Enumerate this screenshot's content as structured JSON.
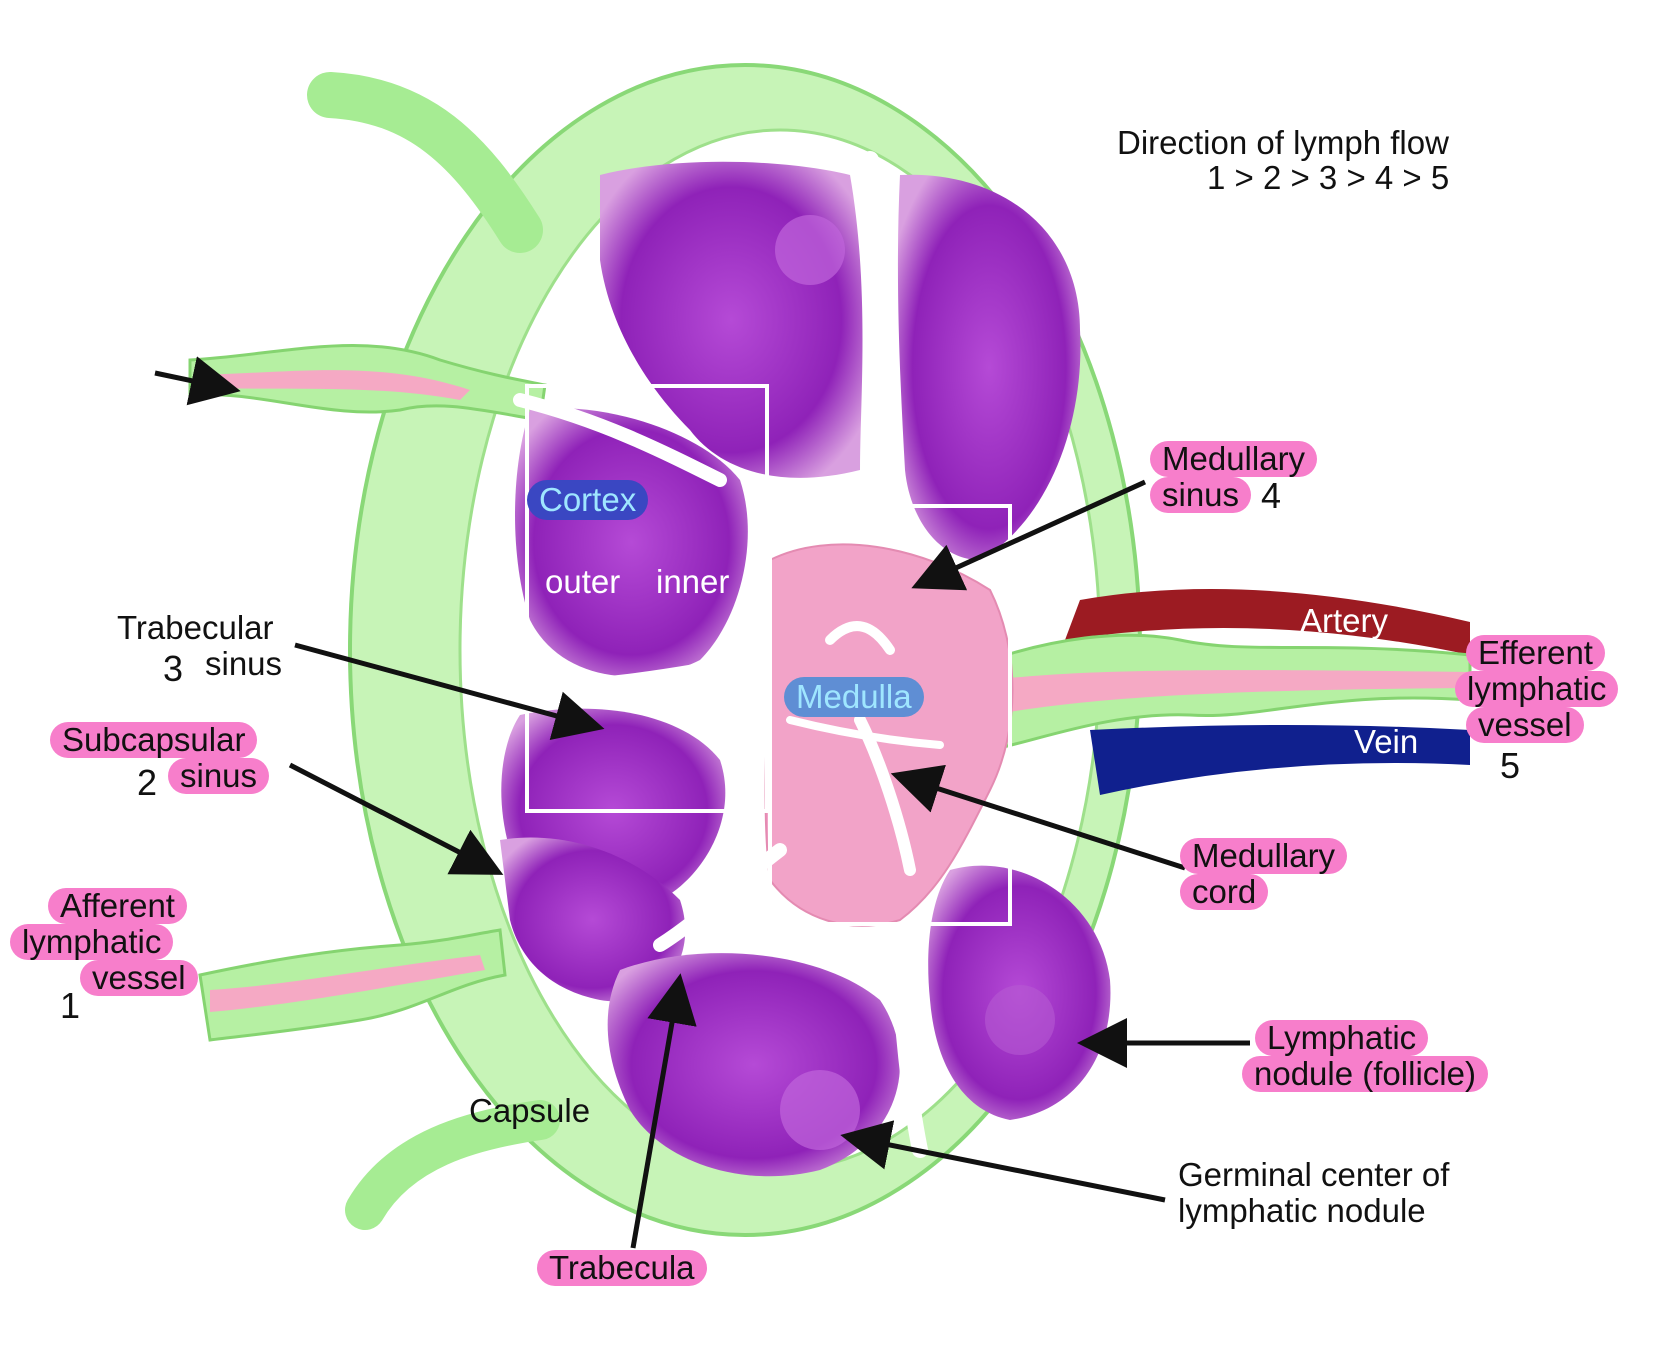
{
  "flow": {
    "title": "Direction of lymph flow",
    "sequence": "1 > 2 > 3 > 4 > 5"
  },
  "regions": {
    "cortex": "Cortex",
    "outer": "outer",
    "inner": "inner",
    "medulla": "Medulla"
  },
  "vessels": {
    "artery": "Artery",
    "vein": "Vein"
  },
  "labels": {
    "medullary_sinus": [
      "Medullary",
      "sinus"
    ],
    "medullary_sinus_num": "4",
    "efferent": [
      "Efferent",
      "lymphatic",
      "vessel"
    ],
    "efferent_num": "5",
    "trabecular_sinus": [
      "Trabecular",
      "sinus"
    ],
    "trabecular_sinus_num": "3",
    "subcapsular_sinus": [
      "Subcapsular",
      "sinus"
    ],
    "subcapsular_sinus_num": "2",
    "afferent": [
      "Afferent",
      "lymphatic",
      "vessel"
    ],
    "afferent_num": "1",
    "medullary_cord": [
      "Medullary",
      "cord"
    ],
    "lymphatic_nodule": [
      "Lymphatic",
      "nodule (follicle)"
    ],
    "germinal_center": [
      "Germinal center of",
      "lymphatic nodule"
    ],
    "capsule": "Capsule",
    "trabecula": "Trabecula"
  },
  "colors": {
    "capsule_green": "#b8f0a8",
    "follicle_purple": "#9b2fc0",
    "medulla_pink": "#f2a3c8",
    "highlight_pink": "#f77ecb",
    "artery_red": "#9c1b22",
    "vein_blue": "#10208e",
    "region_blue": "#3c7dd6"
  }
}
